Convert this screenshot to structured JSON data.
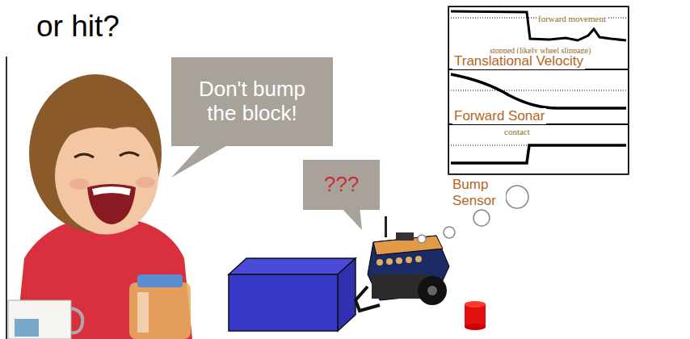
{
  "diagram": {
    "title": "or hit?",
    "nodes": [
      {
        "text": [
          "Don't bump the block!"
        ]
      },
      {
        "text": [
          "???"
        ]
      },
      {
        "text": [
          "forward movement",
          "stopped (likely wheel slippage)",
          "Translational Velocity"
        ]
      },
      {
        "text": [
          "Forward Sonar"
        ]
      },
      {
        "text": [
          "contact",
          "Bump Sensor"
        ]
      }
    ]
  }
}
